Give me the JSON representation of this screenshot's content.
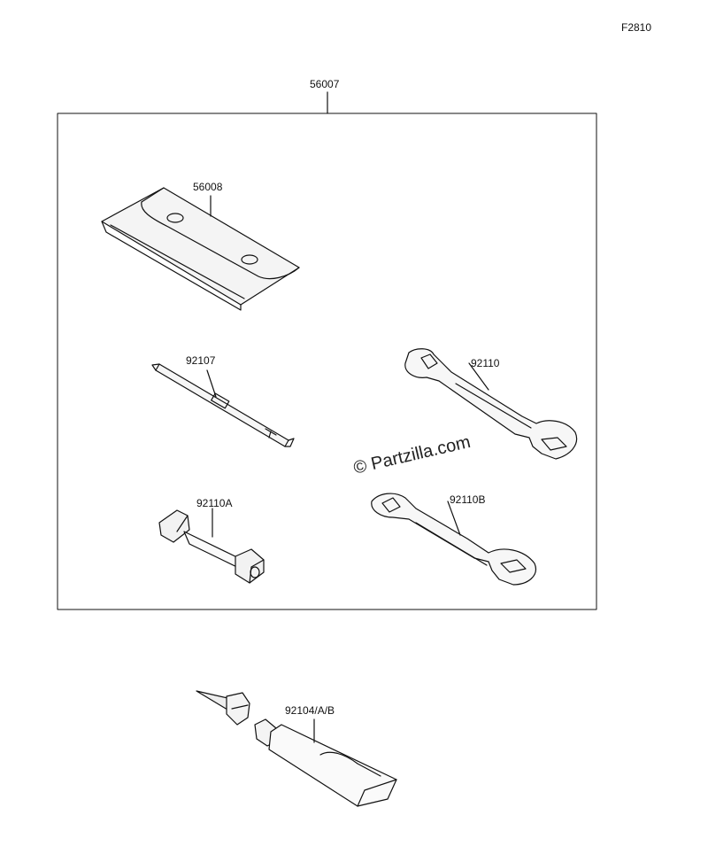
{
  "figure_code": "F2810",
  "watermark": "© Partzilla.com",
  "parts": {
    "kit": "56007",
    "case": "56008",
    "screwdriver": "92107",
    "wrench": "92110",
    "socket_wrench": "92110A",
    "wrench_b": "92110B",
    "repair_kit": "92104/A/B"
  }
}
